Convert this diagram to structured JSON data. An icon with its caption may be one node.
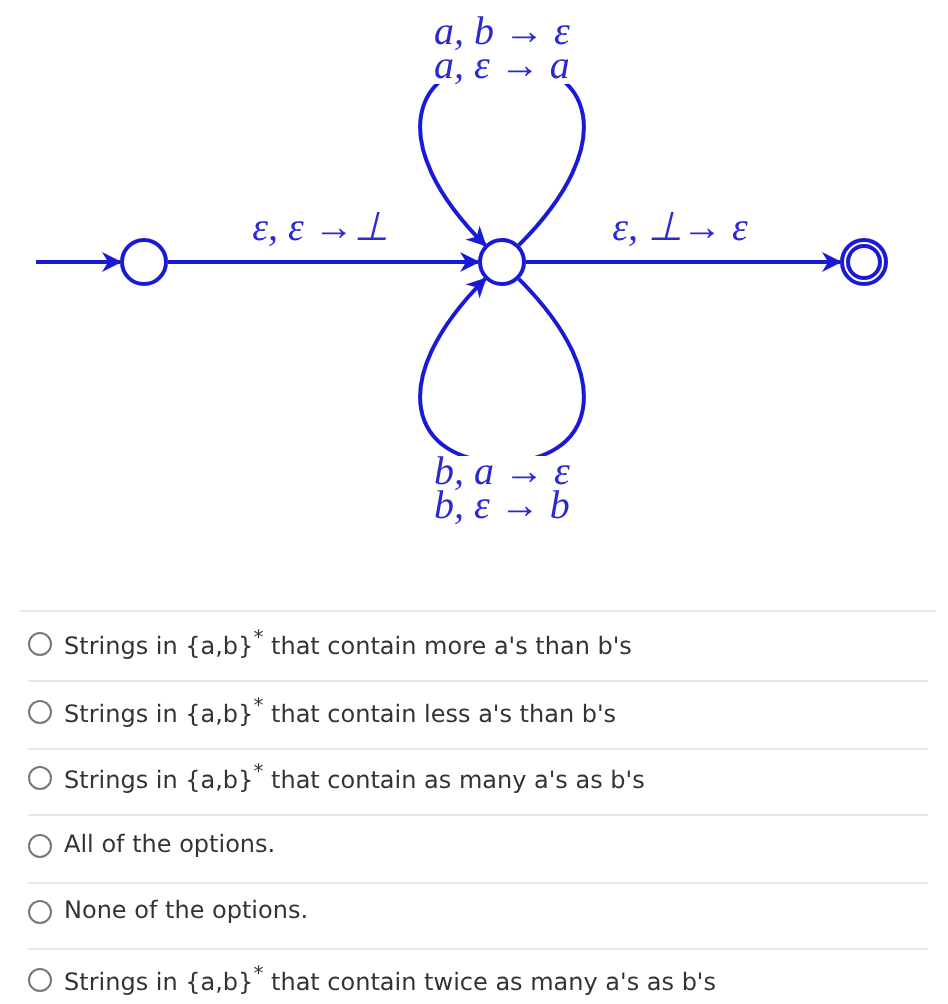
{
  "diagram": {
    "nodes": [
      {
        "text": [],
        "shape": "circle"
      },
      {
        "text": [],
        "shape": "circle"
      },
      {
        "text": [],
        "shape": "circle"
      }
    ],
    "edges": [
      {
        "from": null,
        "to": 0,
        "arrow": "to"
      },
      {
        "from": 0,
        "to": 1,
        "arrow": "to",
        "label": "ε, ε →⊥"
      },
      {
        "from": 1,
        "to": 1,
        "arrow": "to",
        "label": "a, b → ε a, ε → a"
      },
      {
        "from": 1,
        "to": 2,
        "arrow": "to",
        "label": "ε, ⊥→ ε"
      },
      {
        "from": 1,
        "to": 1,
        "arrow": "to",
        "label": "b, a → ε b, ε → b"
      }
    ],
    "labels": [
      "Strings in {a,b}$^{*}$ that contain more a's than b's",
      "Strings in {a,b}$^{*}$ that contain less a's than b's",
      "Strings in {a,b}$^{*}$ that contain as many a's as b's",
      "All of the options.",
      "None of the options.",
      "Strings in {a,b}$^{*}$ that contain twice as many a's as b's"
    ]
  }
}
